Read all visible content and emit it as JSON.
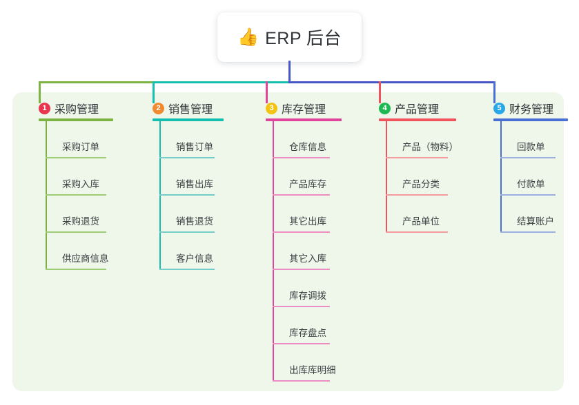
{
  "root": {
    "icon": "thumbs-up-icon",
    "icon_glyph": "👍",
    "title": "ERP 后台"
  },
  "theme": {
    "canvas_bg": "#eef7e9",
    "page_bg": "#ffffff",
    "root_stem": "#4655c4",
    "text": "#2f3237"
  },
  "columns": [
    {
      "number": "1",
      "title": "采购管理",
      "accent": "#7cb342",
      "leaf_accent": "#9ccc73",
      "badge_color": "#e8344e",
      "items": [
        "采购订单",
        "采购入库",
        "采购退货",
        "供应商信息"
      ]
    },
    {
      "number": "2",
      "title": "销售管理",
      "accent": "#14bfb0",
      "leaf_accent": "#73ceca",
      "badge_color": "#f28b30",
      "items": [
        "销售订单",
        "销售出库",
        "销售退货",
        "客户信息"
      ]
    },
    {
      "number": "3",
      "title": "库存管理",
      "accent": "#e0449b",
      "leaf_accent": "#ec8ec1",
      "badge_color": "#f3c214",
      "items": [
        "仓库信息",
        "产品库存",
        "其它出库",
        "其它入库",
        "库存调拨",
        "库存盘点",
        "出库库明细"
      ]
    },
    {
      "number": "4",
      "title": "产品管理",
      "accent": "#f0535c",
      "leaf_accent": "#f59a9c",
      "badge_color": "#1fb954",
      "items": [
        "产品（物料）",
        "产品分类",
        "产品单位"
      ]
    },
    {
      "number": "5",
      "title": "财务管理",
      "accent": "#4a6fd4",
      "leaf_accent": "#9bb0e0",
      "badge_color": "#2aa7e8",
      "items": [
        "回款单",
        "付款单",
        "结算账户"
      ]
    }
  ]
}
